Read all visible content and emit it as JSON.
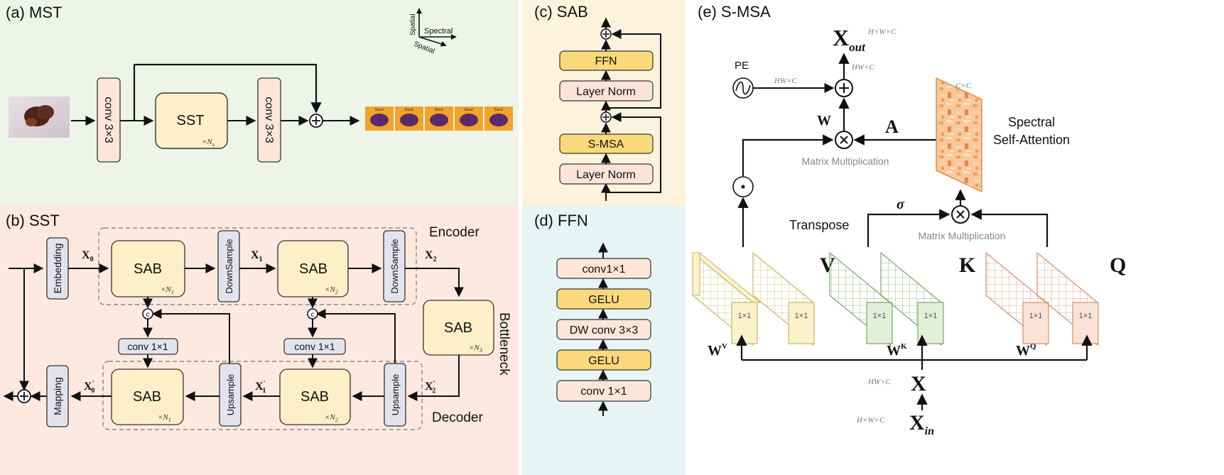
{
  "panels": {
    "mst": {
      "title": "(a) MST",
      "bg": "#eef4e8"
    },
    "sst": {
      "title": "(b) SST",
      "bg": "#fde9df"
    },
    "sab": {
      "title": "(c) SAB",
      "bg": "#fdf3dc"
    },
    "ffn": {
      "title": "(d) FFN",
      "bg": "#e6f4f4"
    },
    "smsa": {
      "title": "(e) S-MSA",
      "bg": "#ffffff"
    }
  },
  "mst": {
    "axes": {
      "spatial_up": "Spatial",
      "spectral": "Spectral",
      "spatial_diag": "Spatial"
    },
    "conv1": "conv 3×3",
    "sst": "SST",
    "sst_rep": "×N",
    "sst_rep_sub": "s",
    "conv2": "conv 3×3",
    "band_label": "Band"
  },
  "sst": {
    "embedding": "Embedding",
    "mapping": "Mapping",
    "encoder": "Encoder",
    "decoder": "Decoder",
    "bottleneck": "Bottleneck",
    "downsample": "DownSample",
    "upsample": "Upsample",
    "sab": "SAB",
    "conv11": "conv 1×1",
    "concat": "c",
    "rep1": "×N",
    "sub1": "1",
    "rep2": "×N",
    "sub2": "2",
    "rep3": "×N",
    "sub3": "3",
    "x0": "X",
    "x0_sub": "0",
    "x1": "X",
    "x1_sub": "1",
    "x2": "X",
    "x2_sub": "2",
    "x2p": "X",
    "x2p_sub": "2",
    "x1p": "X",
    "x1p_sub": "1",
    "x0p": "X",
    "x0p_sub": "0",
    "prime": "'"
  },
  "sab": {
    "ffn": "FFN",
    "ln_top": "Layer Norm",
    "smsa": "S-MSA",
    "ln_bottom": "Layer Norm"
  },
  "ffn": {
    "layers": [
      "conv1×1",
      "GELU",
      "DW conv 3×3",
      "GELU",
      "conv 1×1"
    ]
  },
  "smsa": {
    "xout": "X",
    "xout_sub": "out",
    "xout_dim": "H×W×C",
    "hwc_up": "HW×C",
    "pe": "PE",
    "pe_dim": "HW×C",
    "w": "W",
    "a": "A",
    "attn_dim": "C×C",
    "spectral_attn_1": "Spectral",
    "spectral_attn_2": "Self-Attention",
    "matmul_top": "Matrix Multiplication",
    "matmul_bottom": "Matrix Multiplication",
    "sigma": "σ",
    "transpose": "Transpose",
    "v": "V",
    "k": "K",
    "q": "Q",
    "block_label": "1×1",
    "wv": "W",
    "wv_sup": "V",
    "wk": "W",
    "wk_sup": "K",
    "wq": "W",
    "wq_sup": "Q",
    "x": "X",
    "x_dim": "HW×C",
    "xin": "X",
    "xin_sub": "in",
    "xin_dim": "H×W×C"
  },
  "colors": {
    "sab_fill": "#fdf0c8",
    "ffn_fill": "#fbd97a",
    "ln_fill": "#fbe3d8",
    "conv_fill": "#fde6d8",
    "embed_fill": "#e2e3ec",
    "v_color": "#d9c77a",
    "k_color": "#8fbf7a",
    "q_color": "#e8a47c"
  }
}
